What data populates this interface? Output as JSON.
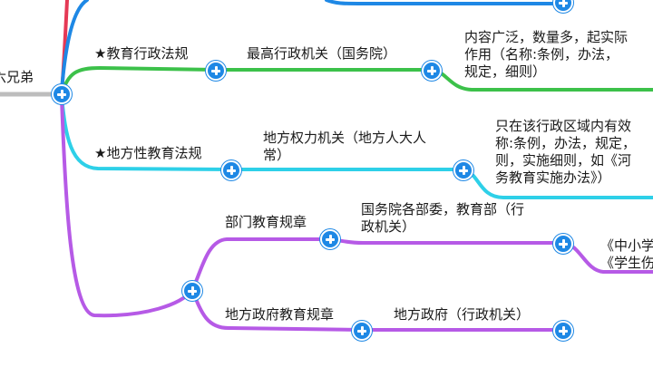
{
  "root": {
    "label_partial": "六兄弟"
  },
  "branches": {
    "admin_regulation": {
      "title": "★教育行政法规",
      "issuer": "最高行政机关（国务院）",
      "detail": "内容广泛，数量多，起实际\n作用（名称:条例，办法，\n规定，细则）"
    },
    "local_regulation": {
      "title": "★地方性教育法规",
      "issuer": "地方权力机关（地方人大人\n常）",
      "detail": "只在该行政区域内有效\n称:条例，办法，规定，\n则，实施细则，如《河\n务教育实施办法》）"
    },
    "rules": {
      "dept": {
        "title": "部门教育规章",
        "issuer": "国务院各部委，教育部（行\n政机关）",
        "detail": "《中小学\n《学生伤"
      },
      "local_gov": {
        "title": "地方政府教育规章",
        "issuer": "地方政府（行政机关）"
      }
    }
  },
  "colors": {
    "red": "#e53955",
    "blue": "#1e88e5",
    "green": "#3cc14a",
    "cyan": "#2ed0e8",
    "purple": "#b65ae6",
    "grey": "#bdbdbd",
    "node": "#1e88e5"
  }
}
